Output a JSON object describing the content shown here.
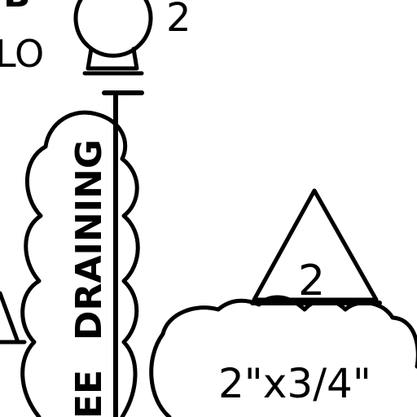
{
  "drawing": {
    "background": "#ffffff",
    "ink": "#000000",
    "fixture_tag_number": "2",
    "partial_left_label": "LO",
    "partial_top_left_glyph": "B",
    "vertical_label_main": "DRAINING",
    "vertical_label_partial": "EE",
    "revision_delta_number": "2",
    "pipe_size_note": "2\"x3/4\"",
    "icons": [
      "fixture-globe-icon",
      "revision-triangle-icon",
      "revision-cloud-icon"
    ]
  }
}
